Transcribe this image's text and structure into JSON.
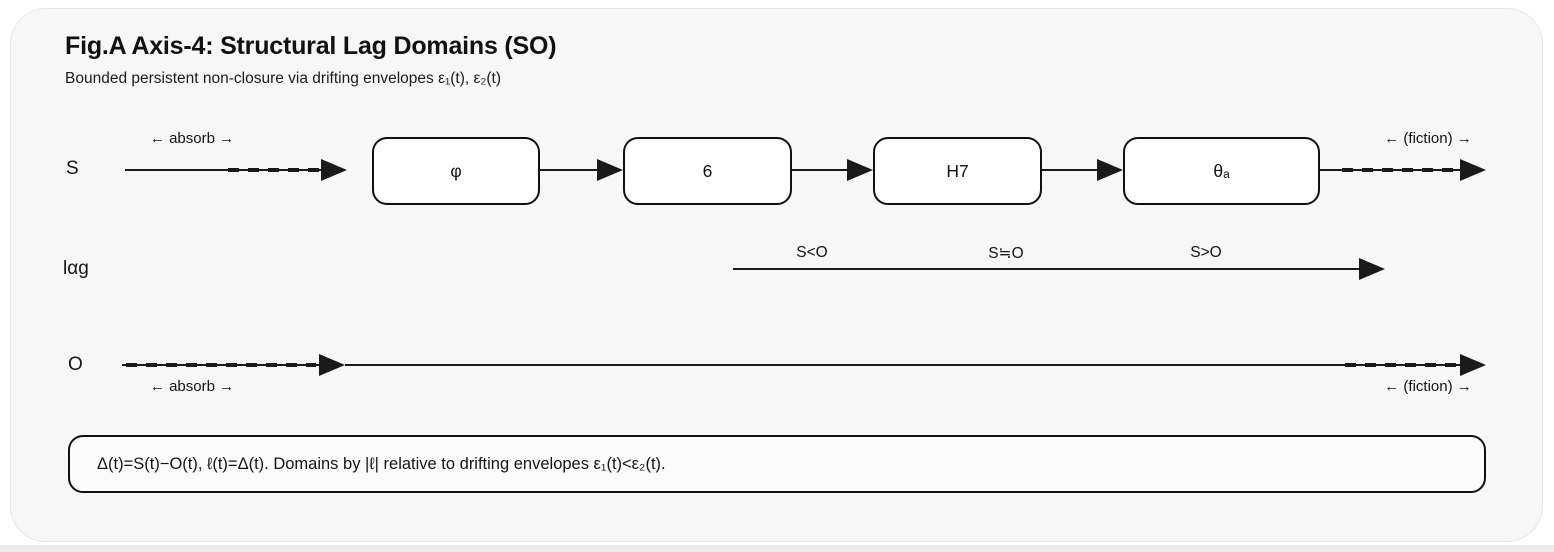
{
  "figure": {
    "title": "Fig.A Axis-4: Structural Lag Domains (SO)",
    "subtitle": "Bounded persistent non-closure via drifting envelopes ε₁(t), ε₂(t)"
  },
  "s_axis": {
    "label": "S",
    "left_annotation": "← absorb →",
    "right_annotation": "← (fiction) →",
    "boxes": [
      {
        "label": "φ"
      },
      {
        "label": "6"
      },
      {
        "label": "H7"
      },
      {
        "label": "θₐ"
      }
    ]
  },
  "lag_axis": {
    "label": "lαg",
    "domains": [
      {
        "label": "S<O"
      },
      {
        "label": "S≒O"
      },
      {
        "label": "S>O"
      }
    ]
  },
  "o_axis": {
    "label": "O",
    "left_annotation": "← absorb →",
    "right_annotation": "← (fiction) →"
  },
  "caption": "Δ(t)=S(t)−O(t), ℓ(t)=Δ(t). Domains by |ℓ| relative to drifting envelopes ε₁(t)<ε₂(t).",
  "colors": {
    "card_background": "#f7f7f8",
    "card_border": "#e7e7e9",
    "ink": "#141414",
    "box_background": "#ffffff"
  }
}
